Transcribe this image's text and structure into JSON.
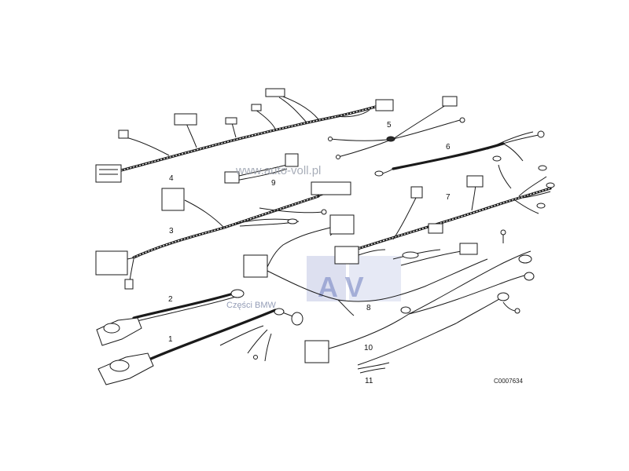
{
  "part_labels": {
    "p1": "1",
    "p2": "2",
    "p3": "3",
    "p4": "4",
    "p5": "5",
    "p6": "6",
    "p7": "7",
    "p8": "8",
    "p9": "9",
    "p10": "10",
    "p11": "11"
  },
  "diagram_code": "C0007634",
  "watermark": {
    "url": "www.auto-voll.pl",
    "subtitle": "Części BMW",
    "logo_letters": "A V"
  },
  "colors": {
    "line": "#1a1a1a",
    "watermark_blue": "#6f7fbf",
    "background": "#ffffff"
  }
}
